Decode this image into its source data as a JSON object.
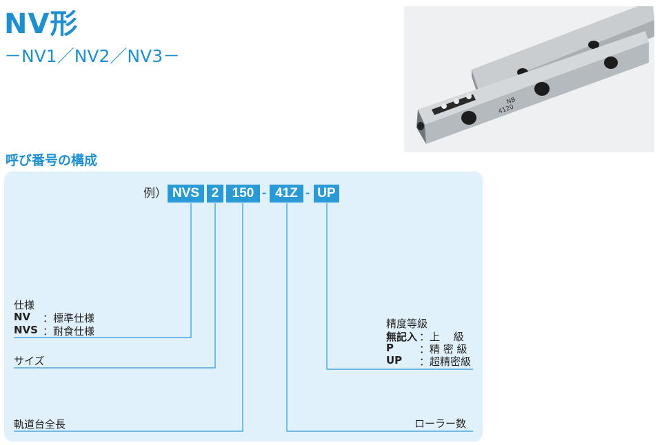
{
  "header": {
    "title": "NV形",
    "subtitle": "－NV1／NV2／NV3－"
  },
  "photo": {
    "marking_top": "NB",
    "marking_number": "4120"
  },
  "section_title": "呼び番号の構成",
  "example": {
    "label": "例）",
    "codes": [
      "NVS",
      "2",
      "150",
      "41Z",
      "UP"
    ],
    "separators": [
      "-",
      "-",
      "-"
    ]
  },
  "spec": {
    "title": "仕様",
    "items": [
      {
        "code": "NV",
        "desc": "：標準仕様"
      },
      {
        "code": "NVS",
        "desc": "：耐食仕様"
      }
    ]
  },
  "size_label": "サイズ",
  "length_label": "軌道台全長",
  "roller_label": "ローラー数",
  "accuracy": {
    "title": "精度等級",
    "items": [
      {
        "code": "無記入",
        "desc": "：上　 級"
      },
      {
        "code": "P",
        "desc": "：精 密 級"
      },
      {
        "code": "UP",
        "desc": "：超精密級"
      }
    ]
  },
  "colors": {
    "accent": "#1f8fd0",
    "code_box": "#2a9ad6",
    "panel": "#e1f1fb",
    "leader_line": "#2a9ad6"
  }
}
